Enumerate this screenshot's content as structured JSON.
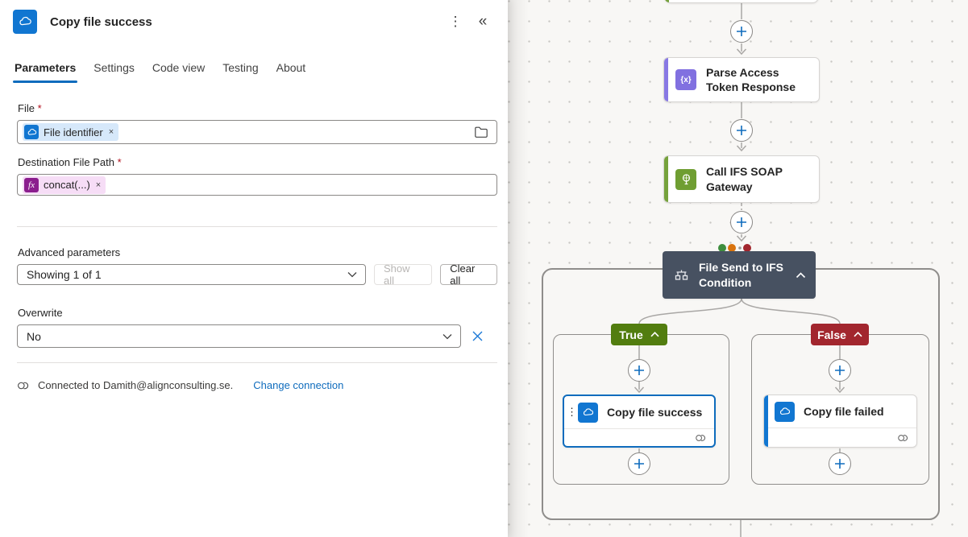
{
  "panel": {
    "title": "Copy file success",
    "kebab_icon": "kebab-menu",
    "collapse_icon": "collapse-double-chevron",
    "tabs": [
      {
        "label": "Parameters",
        "active": true
      },
      {
        "label": "Settings",
        "active": false
      },
      {
        "label": "Code view",
        "active": false
      },
      {
        "label": "Testing",
        "active": false
      },
      {
        "label": "About",
        "active": false
      }
    ],
    "file": {
      "label": "File",
      "required": "*",
      "token": "File identifier",
      "remove": "×"
    },
    "destination": {
      "label": "Destination File Path",
      "required": "*",
      "token": "concat(...)",
      "fx": "fx",
      "remove": "×"
    },
    "advanced": {
      "label": "Advanced parameters",
      "value": "Showing 1 of 1",
      "show_all": "Show all",
      "clear_all": "Clear all"
    },
    "overwrite": {
      "label": "Overwrite",
      "value": "No"
    },
    "connection": {
      "text": "Connected to Damith@alignconsulting.se.",
      "link": "Change connection"
    }
  },
  "canvas": {
    "nodes": {
      "parse": {
        "title": "Parse Access Token Response",
        "icon_glyph": "{x}"
      },
      "call": {
        "title": "Call IFS SOAP Gateway"
      },
      "condition": {
        "title": "File Send to IFS Condition"
      },
      "success": {
        "title": "Copy file success"
      },
      "failed": {
        "title": "Copy file failed"
      }
    },
    "branches": {
      "true_label": "True",
      "false_label": "False"
    },
    "status_dots": [
      "#3e8e3e",
      "#d9730d",
      "#9a9896",
      "#a2262e"
    ]
  },
  "colors": {
    "accent_blue": "#0f6cbd",
    "onedrive_blue": "#1176d1",
    "parse_purple": "#8878e4",
    "connector_green": "#6f9e32",
    "condition_dark": "#475161",
    "true_green": "#527d0f",
    "false_red": "#a2262e",
    "fx_magenta": "#8b1e8e",
    "token_blue_bg": "#d6e8fa",
    "token_pink_bg": "#f6ddf6"
  }
}
